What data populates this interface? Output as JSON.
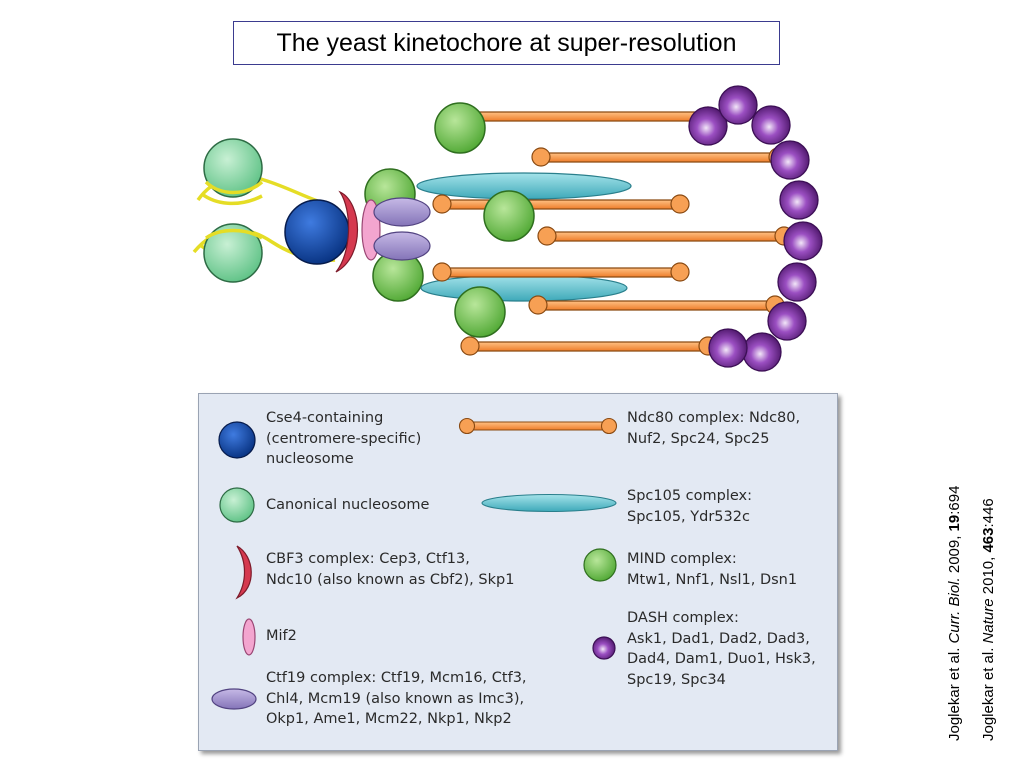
{
  "title": "The yeast kinetochore at super-resolution",
  "legend": {
    "cse4": "Cse4-containing\n(centromere-specific)\nnucleosome",
    "canonical": "Canonical nucleosome",
    "cbf3": "CBF3 complex: Cep3, Ctf13,\nNdc10 (also known as Cbf2), Skp1",
    "mif2": "Mif2",
    "ctf19": "Ctf19 complex: Ctf19, Mcm16, Ctf3,\nChl4, Mcm19 (also known as Imc3),\nOkp1, Ame1, Mcm22, Nkp1, Nkp2",
    "ndc80": "Ndc80 complex: Ndc80,\nNuf2, Spc24, Spc25",
    "spc105": "Spc105 complex:\nSpc105, Ydr532c",
    "mind": "MIND complex:\nMtw1, Nnf1, Nsl1, Dsn1",
    "dash": "DASH complex:\nAsk1, Dad1, Dad2, Dad3,\nDad4, Dam1, Duo1, Hsk3,\nSpc19, Spc34"
  },
  "citations": {
    "c1": {
      "authors": "Joglekar et al. ",
      "journal": "Curr. Biol.",
      "year": " 2009, ",
      "volume": "19",
      "page": ":694"
    },
    "c2": {
      "authors": "Joglekar et al. ",
      "journal": "Nature",
      "year": " 2010, ",
      "volume": "463",
      "page": ":446"
    }
  },
  "colors": {
    "cse4": "#0d3f9c",
    "canonical": "#7fd4a0",
    "cbf3": "#d23a52",
    "mif2": "#f09ac8",
    "ctf19": "#9b8bc9",
    "ndc80": "#f59a4a",
    "spc105": "#5cc1cf",
    "mind": "#6cc04a",
    "dash": "#6a2a8c",
    "dna": "#e7e02a"
  }
}
